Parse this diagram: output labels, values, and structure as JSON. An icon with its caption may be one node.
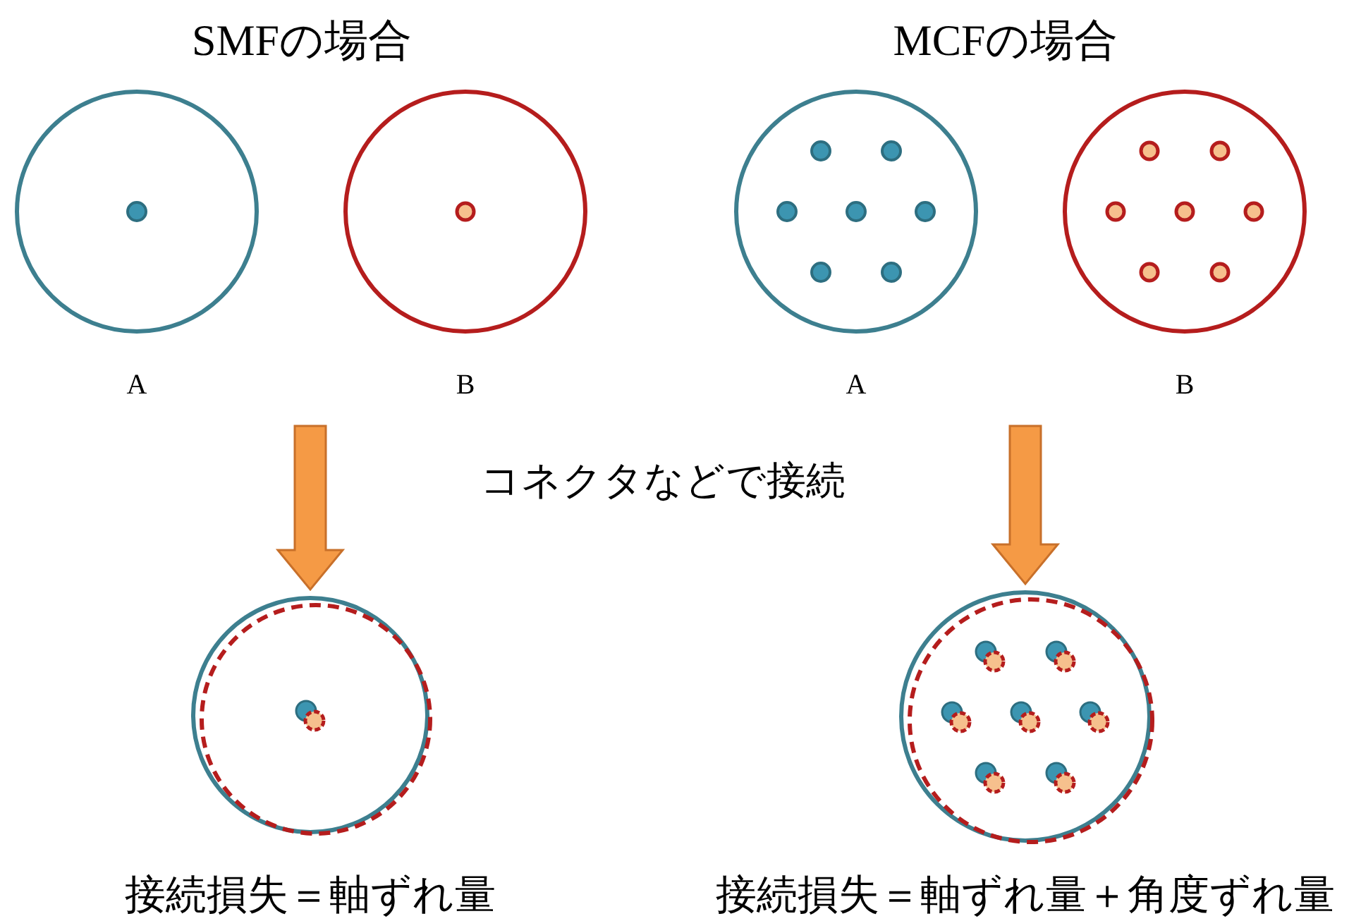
{
  "diagram": {
    "nodes": [
      {
        "text": [],
        "shape": "circle",
        "beside": [
          "A"
        ]
      },
      {
        "text": [],
        "shape": "circle",
        "beside": [
          "B"
        ]
      },
      {
        "text": [],
        "shape": "circle",
        "beside": [
          "A"
        ]
      },
      {
        "text": [],
        "shape": "circle",
        "beside": [
          "B"
        ]
      },
      {
        "text": [],
        "shape": "circle",
        "beside": [
          "接続損失＝軸ずれ量"
        ]
      },
      {
        "text": [],
        "shape": "circle",
        "beside": [
          "接続損失＝軸ずれ量＋角度ずれ量"
        ]
      }
    ],
    "edges": [
      {
        "from": null,
        "to": 4,
        "arrow": "to"
      },
      {
        "from": null,
        "to": 5,
        "arrow": "to"
      }
    ],
    "labels": [
      "SMFの場合",
      "MCFの場合",
      "コネクタなどで接続"
    ]
  }
}
